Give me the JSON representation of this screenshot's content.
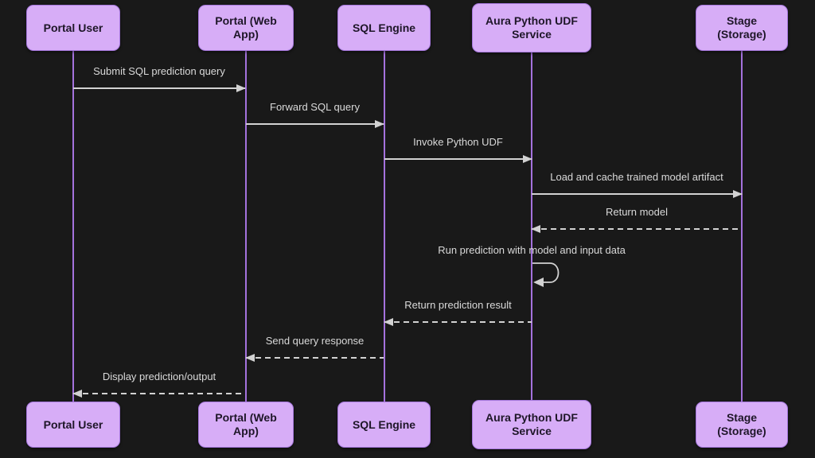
{
  "theme": {
    "background": "#191919",
    "actor_fill": "#d7adf7",
    "actor_border": "#a678dd",
    "actor_text": "#1e1628",
    "lifeline": "#a472dd",
    "line": "#d2d2d2",
    "label_text": "#d9d9d9"
  },
  "diagram": {
    "type": "sequence-diagram",
    "actors": [
      {
        "id": "portal-user",
        "label": "Portal User"
      },
      {
        "id": "portal-web-app",
        "label": "Portal (Web App)"
      },
      {
        "id": "sql-engine",
        "label": "SQL Engine"
      },
      {
        "id": "aura-python-udf-service",
        "label": "Aura Python UDF Service"
      },
      {
        "id": "stage-storage",
        "label": "Stage (Storage)"
      }
    ],
    "messages": [
      {
        "from": "Portal User",
        "to": "Portal (Web App)",
        "label": "Submit SQL prediction query",
        "line": "solid",
        "direction": "right"
      },
      {
        "from": "Portal (Web App)",
        "to": "SQL Engine",
        "label": "Forward SQL query",
        "line": "solid",
        "direction": "right"
      },
      {
        "from": "SQL Engine",
        "to": "Aura Python UDF Service",
        "label": "Invoke Python UDF",
        "line": "solid",
        "direction": "right"
      },
      {
        "from": "Aura Python UDF Service",
        "to": "Stage (Storage)",
        "label": "Load and cache trained model artifact",
        "line": "solid",
        "direction": "right"
      },
      {
        "from": "Stage (Storage)",
        "to": "Aura Python UDF Service",
        "label": "Return model",
        "line": "dashed",
        "direction": "left"
      },
      {
        "from": "Aura Python UDF Service",
        "to": "Aura Python UDF Service",
        "label": "Run prediction with model and input data",
        "line": "solid",
        "direction": "self"
      },
      {
        "from": "Aura Python UDF Service",
        "to": "SQL Engine",
        "label": "Return prediction result",
        "line": "dashed",
        "direction": "left"
      },
      {
        "from": "SQL Engine",
        "to": "Portal (Web App)",
        "label": "Send query response",
        "line": "dashed",
        "direction": "left"
      },
      {
        "from": "Portal (Web App)",
        "to": "Portal User",
        "label": "Display prediction/output",
        "line": "dashed",
        "direction": "left"
      }
    ]
  }
}
